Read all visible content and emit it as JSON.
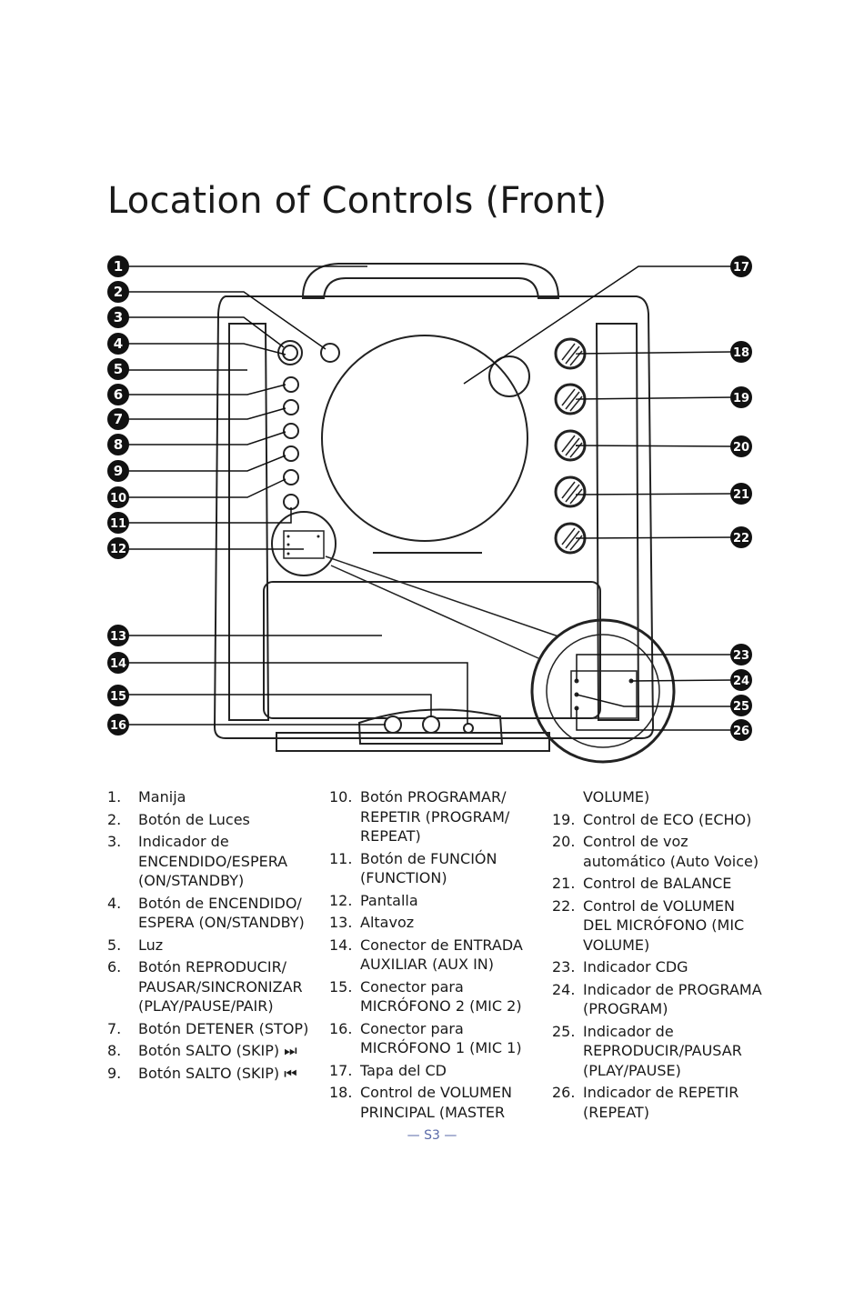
{
  "title": "Location of Controls (Front)",
  "callouts": [
    "1",
    "2",
    "3",
    "4",
    "5",
    "6",
    "7",
    "8",
    "9",
    "10",
    "11",
    "12",
    "13",
    "14",
    "15",
    "16",
    "17",
    "18",
    "19",
    "20",
    "21",
    "22",
    "23",
    "24",
    "25",
    "26"
  ],
  "legend": {
    "col1": [
      {
        "num": "1.",
        "text": "Manija"
      },
      {
        "num": "2.",
        "text": "Botón de Luces"
      },
      {
        "num": "3.",
        "text": "Indicador de ENCENDIDO/ESPERA (ON/STANDBY)"
      },
      {
        "num": "4.",
        "text": "Botón de ENCENDIDO/ ESPERA (ON/STANDBY)"
      },
      {
        "num": "5.",
        "text": "Luz"
      },
      {
        "num": "6.",
        "text": "Botón REPRODUCIR/ PAUSAR/SINCRONIZAR (PLAY/PAUSE/PAIR)"
      },
      {
        "num": "7.",
        "text": "Botón DETENER (STOP)"
      },
      {
        "num": "8.",
        "text": "Botón SALTO (SKIP) ⏭"
      },
      {
        "num": "9.",
        "text": "Botón SALTO (SKIP) ⏮"
      }
    ],
    "col2": [
      {
        "num": "10.",
        "text": "Botón PROGRAMAR/ REPETIR (PROGRAM/ REPEAT)"
      },
      {
        "num": "11.",
        "text": "Botón de FUNCIÓN (FUNCTION)"
      },
      {
        "num": "12.",
        "text": "Pantalla"
      },
      {
        "num": "13.",
        "text": "Altavoz"
      },
      {
        "num": "14.",
        "text": "Conector de ENTRADA AUXILIAR (AUX IN)"
      },
      {
        "num": "15.",
        "text": "Conector para MICRÓFONO 2 (MIC 2)"
      },
      {
        "num": "16.",
        "text": "Conector para MICRÓFONO 1 (MIC 1)"
      },
      {
        "num": "17.",
        "text": "Tapa del CD"
      },
      {
        "num": "18.",
        "text": "Control de VOLUMEN PRINCIPAL (MASTER"
      }
    ],
    "col3_continuation": "VOLUME)",
    "col3": [
      {
        "num": "19.",
        "text": "Control de ECO (ECHO)"
      },
      {
        "num": "20.",
        "text": "Control de voz automático (Auto Voice)"
      },
      {
        "num": "21.",
        "text": "Control de BALANCE"
      },
      {
        "num": "22.",
        "text": "Control de VOLUMEN DEL MICRÓFONO (MIC VOLUME)"
      },
      {
        "num": "23.",
        "text": "Indicador CDG"
      },
      {
        "num": "24.",
        "text": "Indicador de PROGRAMA (PROGRAM)"
      },
      {
        "num": "25.",
        "text": "Indicador de REPRODUCIR/PAUSAR (PLAY/PAUSE)"
      },
      {
        "num": "26.",
        "text": "Indicador de REPETIR (REPEAT)"
      }
    ]
  },
  "page_number": "— S3 —"
}
